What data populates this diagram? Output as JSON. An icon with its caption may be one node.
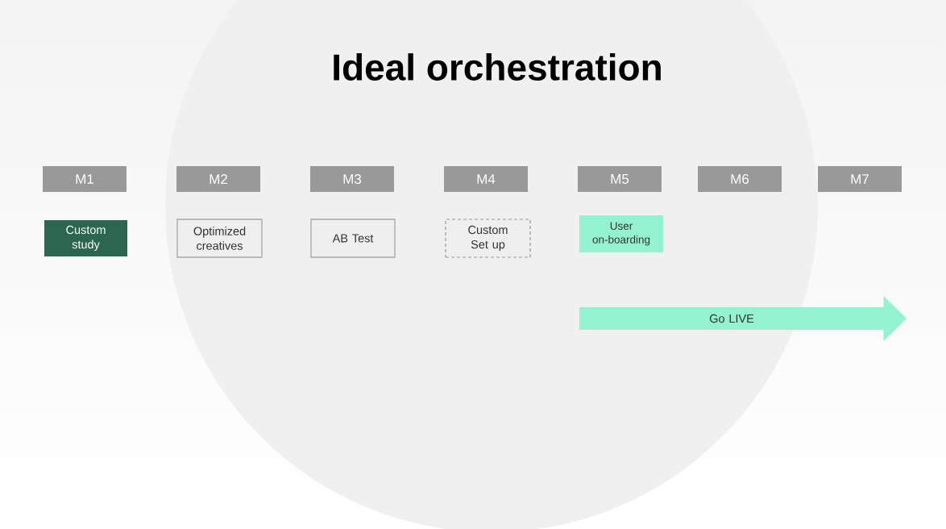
{
  "diagram": {
    "title": "Ideal orchestration",
    "nodes": [
      {
        "text": [
          "M1"
        ]
      },
      {
        "text": [
          "M2"
        ]
      },
      {
        "text": [
          "M3"
        ]
      },
      {
        "text": [
          "M4"
        ]
      },
      {
        "text": [
          "M5"
        ]
      },
      {
        "text": [
          "M6"
        ]
      },
      {
        "text": [
          "M7"
        ]
      },
      {
        "text": [
          "Custom study"
        ]
      },
      {
        "text": [
          "Optimized creatives"
        ]
      },
      {
        "text": [
          "AB Test"
        ]
      },
      {
        "text": [
          "Custom Set up"
        ]
      },
      {
        "text": [
          "User on-boarding"
        ]
      },
      {
        "text": [
          "Go LIVE"
        ]
      }
    ]
  }
}
